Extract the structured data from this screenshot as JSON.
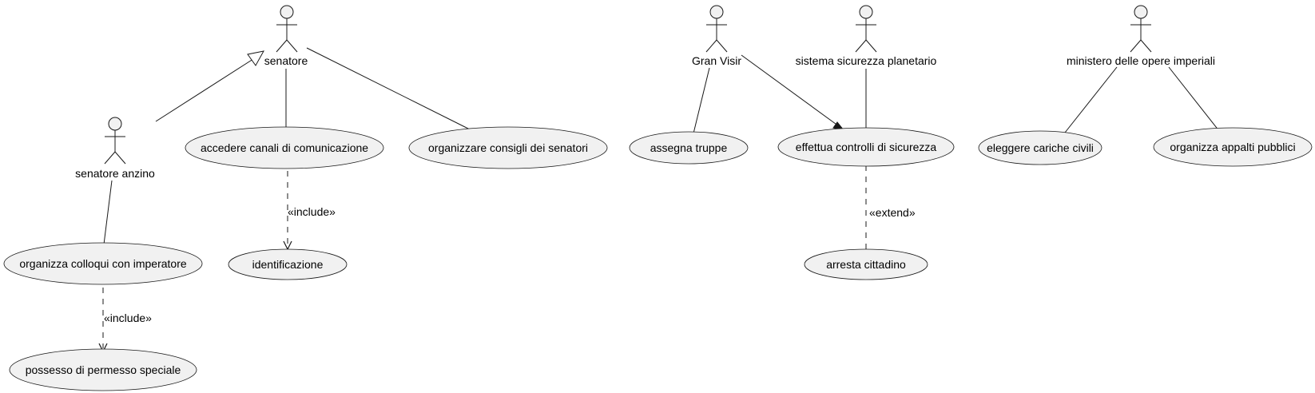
{
  "actors": {
    "senatore": "senatore",
    "senatore_anzino": "senatore anzino",
    "gran_visir": "Gran Visir",
    "sistema_sicurezza": "sistema sicurezza planetario",
    "ministero": "ministero delle opere imperiali"
  },
  "usecases": {
    "accedere_canali": "accedere canali di comunicazione",
    "organizzare_consigli": "organizzare consigli dei senatori",
    "identificazione": "identificazione",
    "organizza_colloqui": "organizza colloqui con imperatore",
    "possesso_permesso": "possesso di permesso speciale",
    "assegna_truppe": "assegna truppe",
    "effettua_controlli": "effettua controlli di sicurezza",
    "arresta_cittadino": "arresta cittadino",
    "eleggere_cariche": "eleggere cariche civili",
    "organizza_appalti": "organizza appalti pubblici"
  },
  "relations": {
    "include_1": "«include»",
    "include_2": "«include»",
    "extend_1": "«extend»"
  }
}
